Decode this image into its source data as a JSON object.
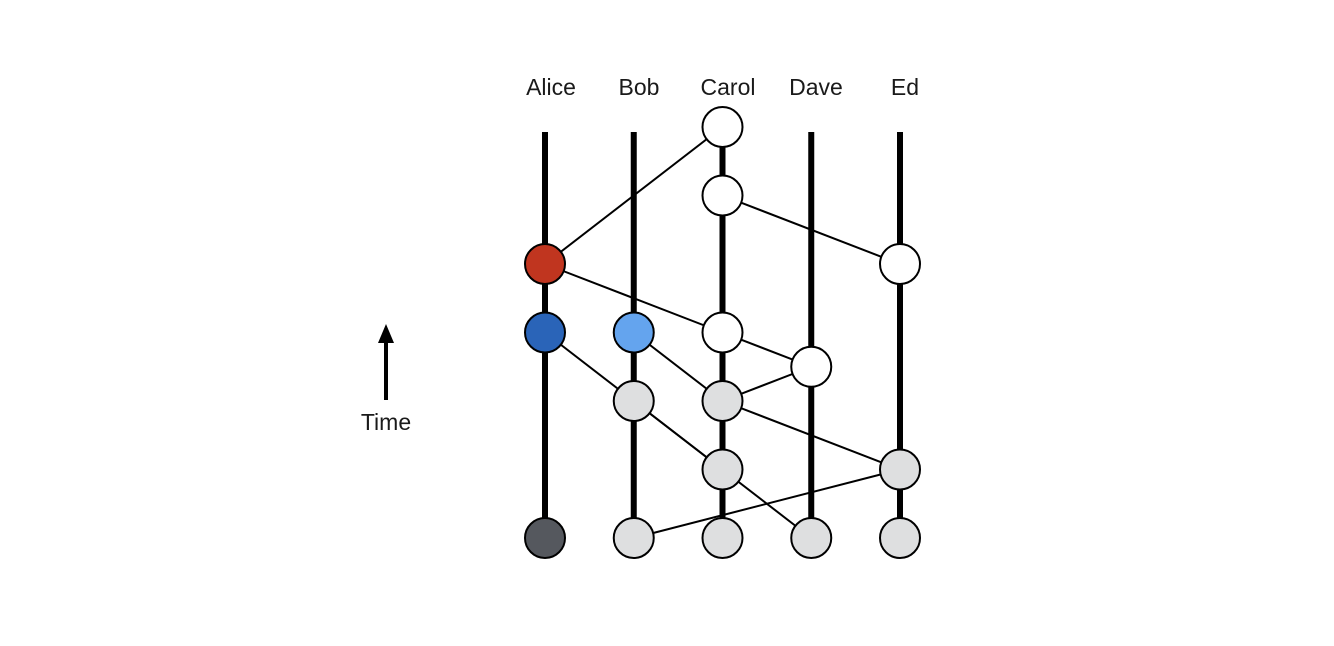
{
  "diagram": {
    "participants": [
      "Alice",
      "Bob",
      "Carol",
      "Dave",
      "Ed"
    ],
    "time_label": "Time",
    "time_direction": "up",
    "colors": {
      "red": "#c0351f",
      "dark_blue": "#2a64b8",
      "light_blue": "#64a4ee",
      "white": "#ffffff",
      "gray": "#dedfe0",
      "dark_gray": "#55585e",
      "line": "#000000"
    },
    "events": [
      {
        "id": "alice_0",
        "participant": "Alice",
        "step": 0,
        "fill": "dark_gray"
      },
      {
        "id": "bob_0",
        "participant": "Bob",
        "step": 0,
        "fill": "gray"
      },
      {
        "id": "carol_0",
        "participant": "Carol",
        "step": 0,
        "fill": "gray"
      },
      {
        "id": "dave_0",
        "participant": "Dave",
        "step": 0,
        "fill": "gray"
      },
      {
        "id": "ed_0",
        "participant": "Ed",
        "step": 0,
        "fill": "gray"
      },
      {
        "id": "carol_1",
        "participant": "Carol",
        "step": 1,
        "fill": "gray"
      },
      {
        "id": "ed_1",
        "participant": "Ed",
        "step": 1,
        "fill": "gray"
      },
      {
        "id": "bob_2",
        "participant": "Bob",
        "step": 2,
        "fill": "gray"
      },
      {
        "id": "carol_2",
        "participant": "Carol",
        "step": 2,
        "fill": "gray"
      },
      {
        "id": "dave_3",
        "participant": "Dave",
        "step": 2.5,
        "fill": "white"
      },
      {
        "id": "alice_3",
        "participant": "Alice",
        "step": 3,
        "fill": "dark_blue"
      },
      {
        "id": "bob_3",
        "participant": "Bob",
        "step": 3,
        "fill": "light_blue"
      },
      {
        "id": "carol_3",
        "participant": "Carol",
        "step": 3,
        "fill": "white"
      },
      {
        "id": "alice_4",
        "participant": "Alice",
        "step": 4,
        "fill": "red"
      },
      {
        "id": "ed_4",
        "participant": "Ed",
        "step": 4,
        "fill": "white"
      },
      {
        "id": "carol_5",
        "participant": "Carol",
        "step": 5,
        "fill": "white"
      },
      {
        "id": "carol_6",
        "participant": "Carol",
        "step": 6,
        "fill": "white"
      }
    ],
    "edges": [
      [
        "ed_0",
        "ed_1"
      ],
      [
        "bob_0",
        "ed_1"
      ],
      [
        "carol_0",
        "carol_1"
      ],
      [
        "dave_0",
        "bob_2"
      ],
      [
        "bob_2",
        "carol_1"
      ],
      [
        "carol_1",
        "carol_2"
      ],
      [
        "ed_1",
        "carol_2"
      ],
      [
        "dave_0",
        "dave_3"
      ],
      [
        "carol_2",
        "dave_3"
      ],
      [
        "bob_0",
        "bob_2"
      ],
      [
        "bob_2",
        "alice_3"
      ],
      [
        "bob_2",
        "bob_3"
      ],
      [
        "carol_2",
        "bob_3"
      ],
      [
        "carol_2",
        "carol_3"
      ],
      [
        "dave_3",
        "carol_3"
      ],
      [
        "alice_0",
        "alice_3"
      ],
      [
        "alice_3",
        "alice_4"
      ],
      [
        "carol_3",
        "alice_4"
      ],
      [
        "ed_1",
        "ed_4"
      ],
      [
        "carol_3",
        "carol_5"
      ],
      [
        "ed_4",
        "carol_5"
      ],
      [
        "carol_5",
        "carol_6"
      ],
      [
        "carol_6",
        "alice_4"
      ]
    ]
  }
}
